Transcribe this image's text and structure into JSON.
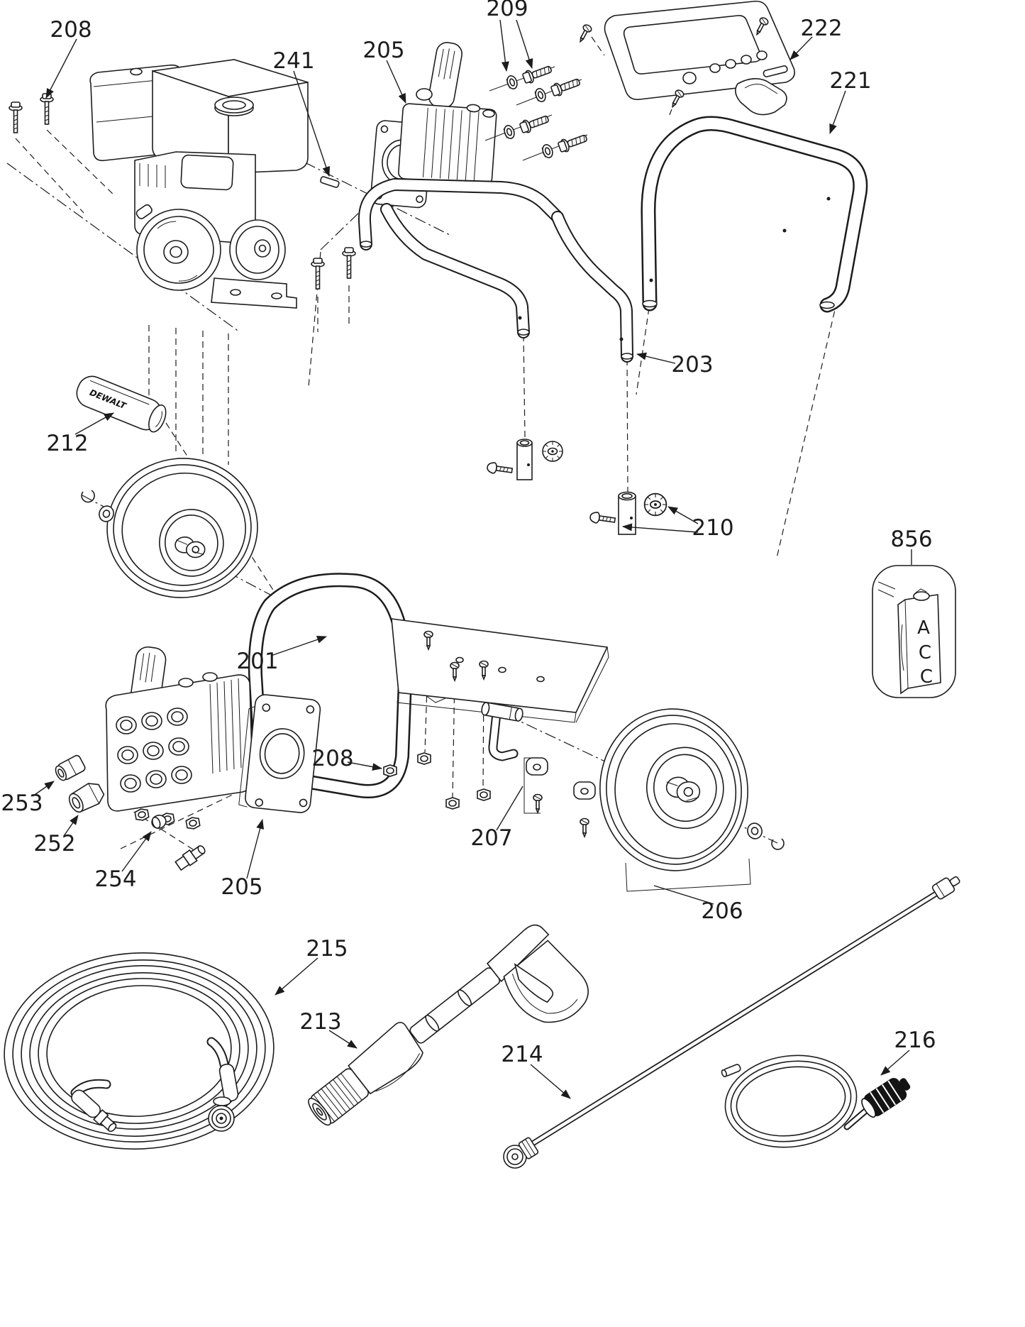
{
  "diagram": {
    "type": "exploded-parts-diagram",
    "subject": "gas pressure washer",
    "colors": {
      "background": "#ffffff",
      "line": "#1c1c1c"
    },
    "callouts": {
      "engine_bolts_top": {
        "label": "208"
      },
      "shaft_key": {
        "label": "241"
      },
      "pump_top": {
        "label": "205"
      },
      "pump_mount_bolts": {
        "label": "209"
      },
      "control_panel": {
        "label": "222"
      },
      "upper_handle": {
        "label": "221"
      },
      "lower_handle": {
        "label": "203"
      },
      "handle_grip": {
        "label": "212"
      },
      "handle_knobs": {
        "label": "210"
      },
      "acc_label": {
        "label": "856"
      },
      "frame": {
        "label": "201"
      },
      "plug_fitting": {
        "label": "253"
      },
      "inlet_fitting": {
        "label": "252"
      },
      "cap_fitting": {
        "label": "254"
      },
      "pump_bottom": {
        "label": "205"
      },
      "flange_nuts": {
        "label": "208"
      },
      "axle_hardware": {
        "label": "207"
      },
      "wheel": {
        "label": "206"
      },
      "high_pressure_hose": {
        "label": "215"
      },
      "spray_gun": {
        "label": "213"
      },
      "wand": {
        "label": "214"
      },
      "chemical_hose": {
        "label": "216"
      }
    },
    "acc_plate_letters": [
      "A",
      "C",
      "C"
    ],
    "grip_brand": "DEWALT"
  }
}
